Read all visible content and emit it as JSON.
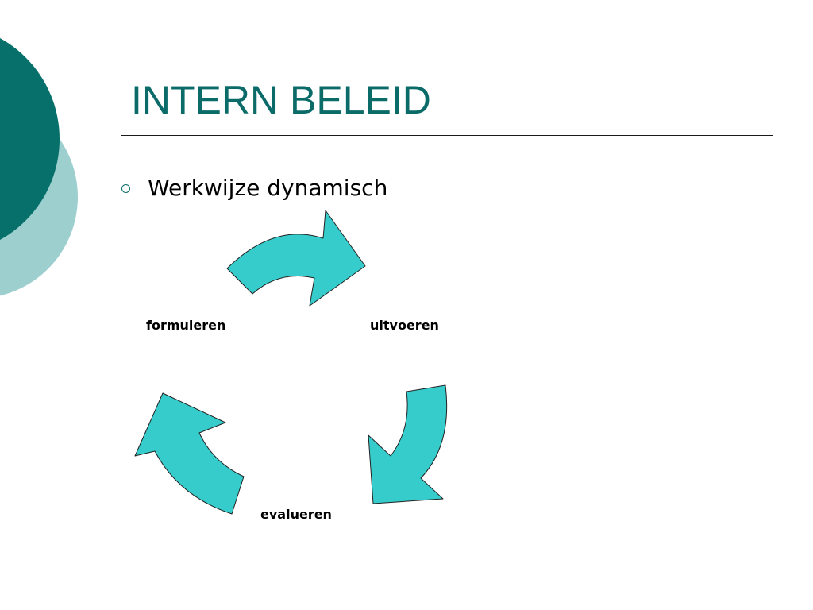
{
  "slide": {
    "title": "INTERN BELEID",
    "bullets": [
      {
        "text": "Werkwijze dynamisch"
      }
    ]
  },
  "cycle_diagram": {
    "steps": [
      {
        "label": "formuleren"
      },
      {
        "label": "uitvoeren"
      },
      {
        "label": "evalueren"
      }
    ]
  },
  "colors": {
    "title": "#0b6b68",
    "accent_dark": "#07706b",
    "accent_light": "#9ecfcf",
    "arrow_fill": "#36cccc",
    "arrow_stroke": "#222222"
  }
}
